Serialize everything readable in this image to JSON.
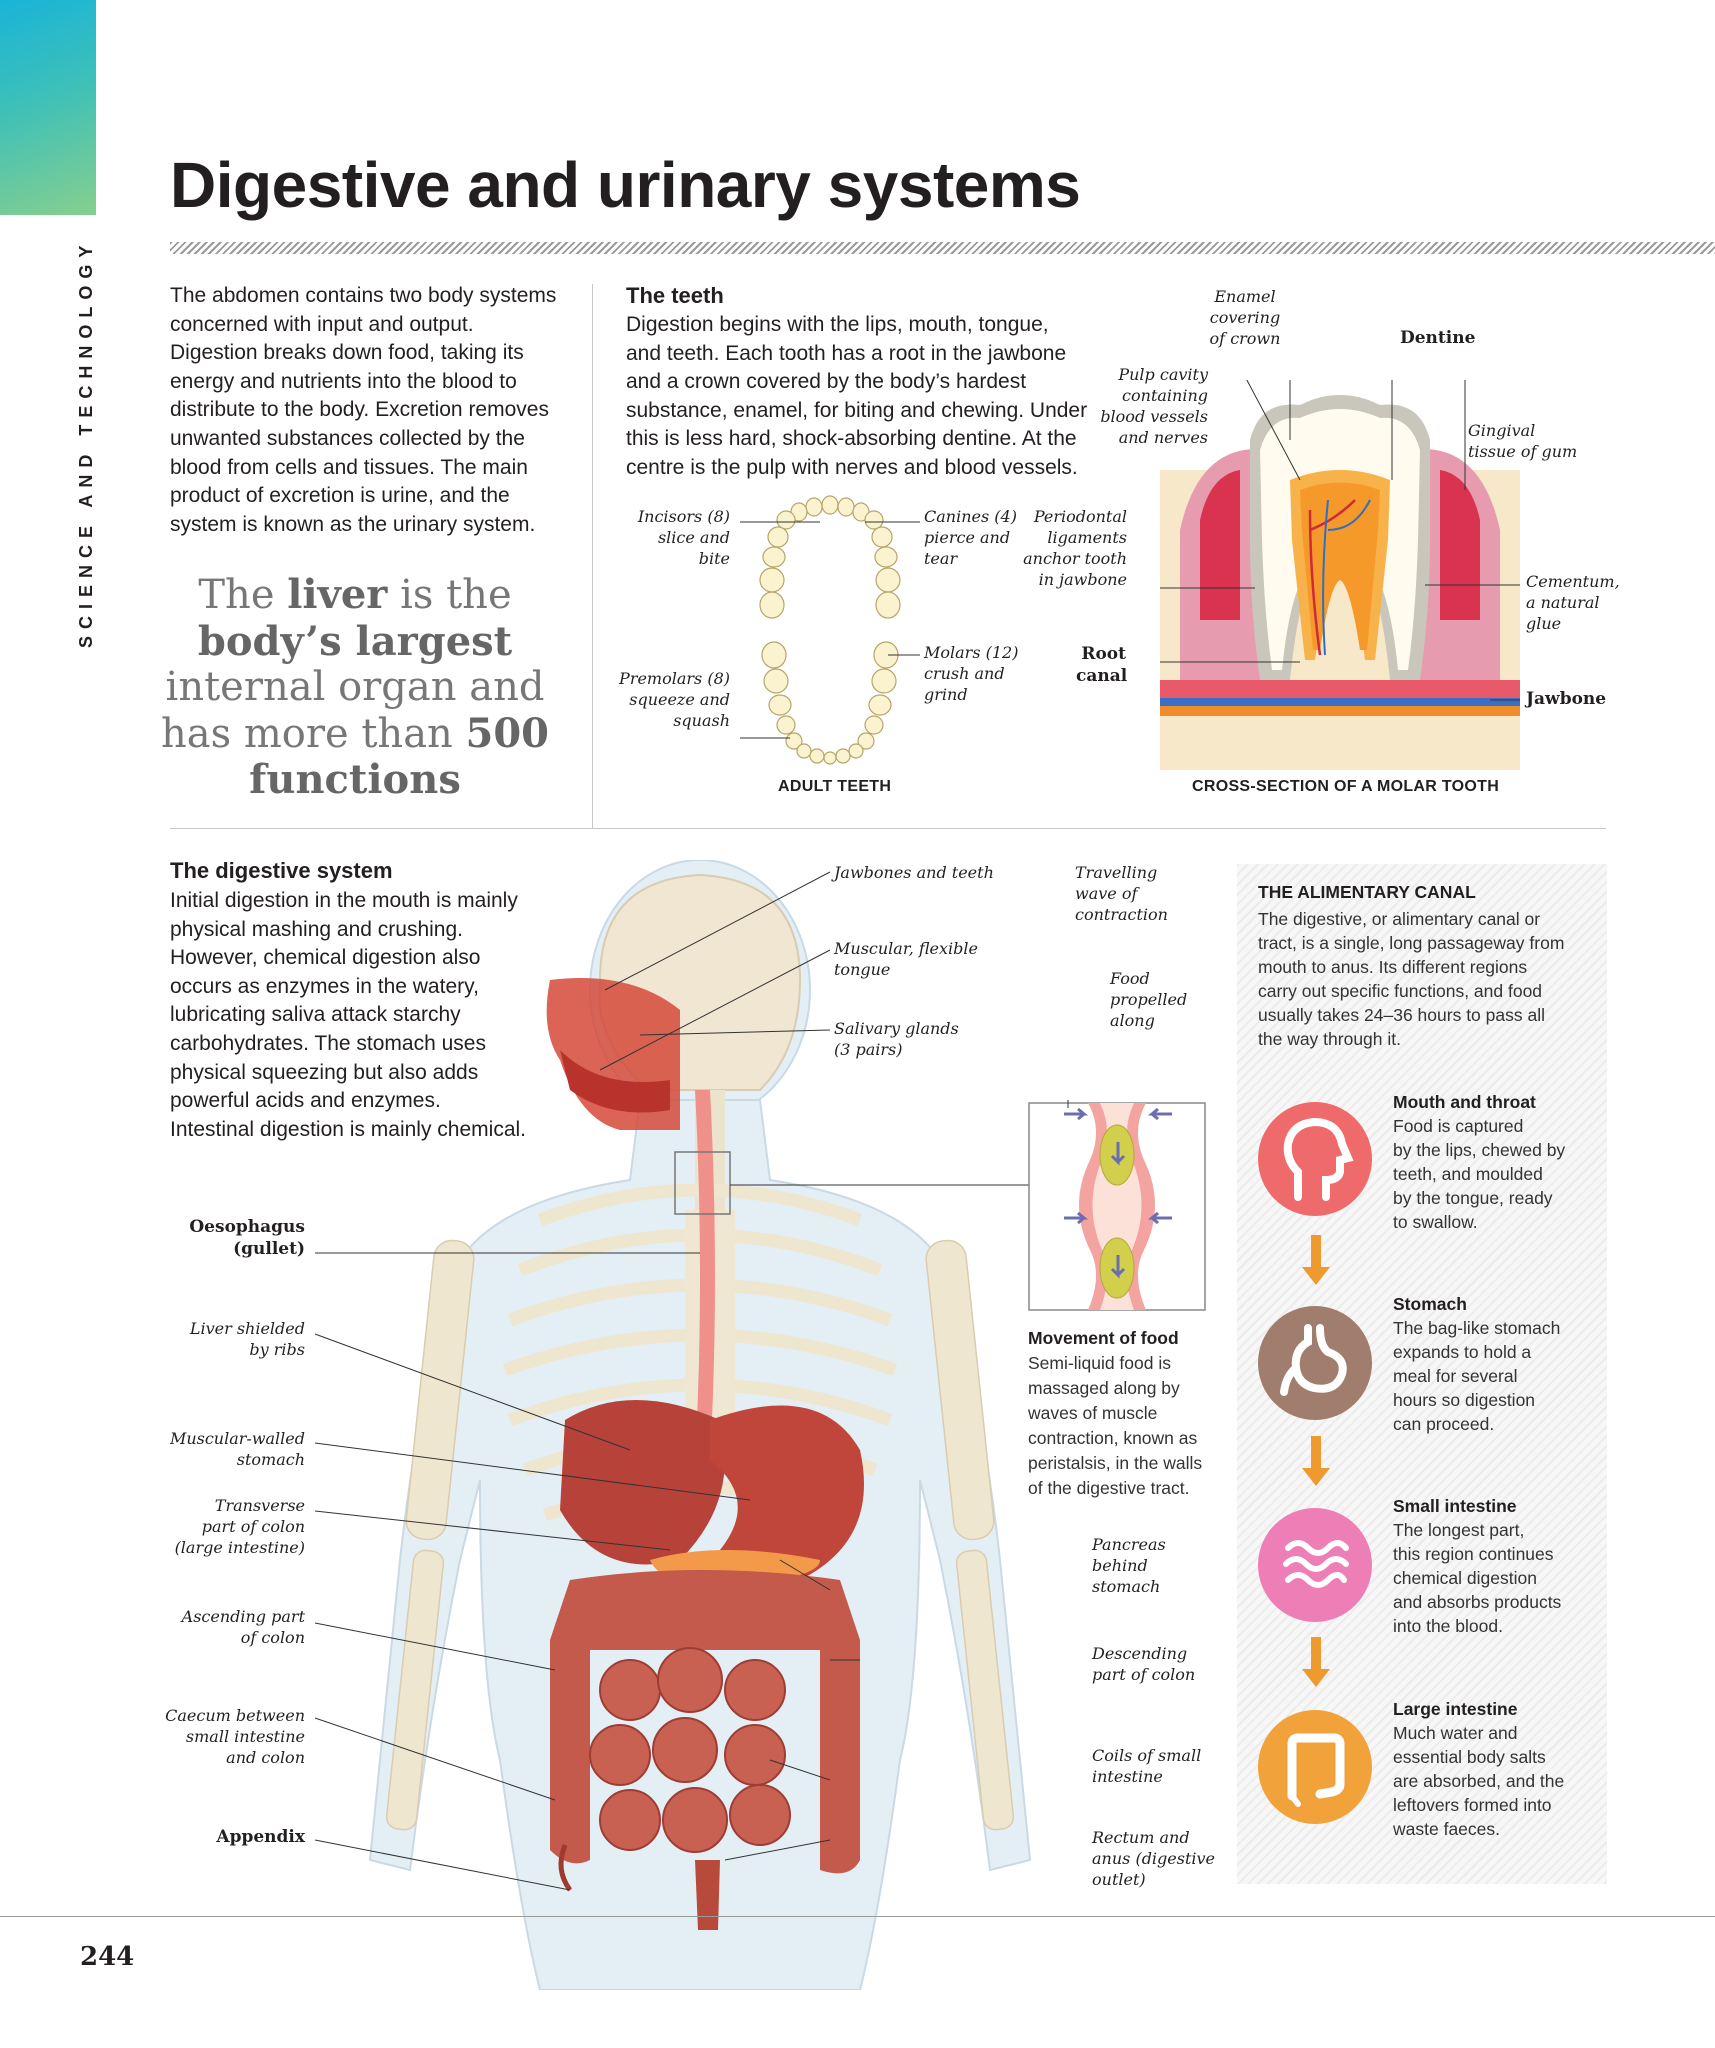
{
  "sidebar": {
    "section": "SCIENCE AND TECHNOLOGY"
  },
  "page_title": "Digestive and urinary systems",
  "intro": {
    "lines": [
      "The abdomen contains two body systems",
      "concerned with input and output.",
      "Digestion breaks down food, taking its",
      "energy and nutrients into the blood to",
      "distribute to the body. Excretion removes",
      "unwanted substances collected by the",
      "blood from cells and tissues. The main",
      "product of excretion is urine, and  the",
      "system is known as the urinary system."
    ]
  },
  "quote": {
    "l1a": "The ",
    "l1b": "liver",
    "l1c": " is the",
    "l2": "body’s largest",
    "l3": "internal organ and",
    "l4a": "has more than ",
    "l4b": "500",
    "l5": "functions"
  },
  "teeth": {
    "heading": "The teeth",
    "lines": [
      "Digestion begins with the lips, mouth, tongue,",
      "and teeth. Each tooth has a root in the jawbone",
      "and a crown covered by the body’s hardest",
      "substance, enamel, for biting and chewing. Under",
      "this is less hard, shock-absorbing dentine. At the",
      "centre is the pulp with nerves and blood vessels."
    ],
    "incisors": [
      "Incisors (8)",
      "slice and",
      "bite"
    ],
    "canines": [
      "Canines (4)",
      "pierce and",
      "tear"
    ],
    "premolars": [
      "Premolars (8)",
      "squeeze and",
      "squash"
    ],
    "molars": [
      "Molars (12)",
      "crush and",
      "grind"
    ],
    "adult_caption": "ADULT TEETH",
    "enamel": [
      "Enamel",
      "covering",
      "of crown"
    ],
    "dentine": "Dentine",
    "pulp": [
      "Pulp cavity",
      "containing",
      "blood vessels",
      "and nerves"
    ],
    "gingival": [
      "Gingival",
      "tissue of gum"
    ],
    "periodontal": [
      "Periodontal",
      "ligaments",
      "anchor tooth",
      "in jawbone"
    ],
    "cementum": [
      "Cementum,",
      "a natural",
      "glue"
    ],
    "root_canal": [
      "Root",
      "canal"
    ],
    "jawbone": "Jawbone",
    "molar_caption": "CROSS-SECTION OF A MOLAR TOOTH"
  },
  "digestive": {
    "heading": "The digestive system",
    "lines": [
      "Initial digestion in the mouth is mainly",
      "physical mashing and crushing.",
      "However, chemical digestion also",
      "occurs as enzymes in the watery,",
      "lubricating saliva attack starchy",
      "carbohydrates. The stomach uses",
      "physical squeezing but also adds",
      "powerful acids and enzymes.",
      "Intestinal digestion is mainly chemical."
    ],
    "labels_left": {
      "oesophagus": [
        "Oesophagus",
        "(gullet)"
      ],
      "liver": [
        "Liver shielded",
        "by ribs"
      ],
      "stomach": [
        "Muscular-walled",
        "stomach"
      ],
      "transverse": [
        "Transverse",
        "part of colon",
        "(large intestine)"
      ],
      "ascending": [
        "Ascending part",
        "of colon"
      ],
      "caecum": [
        "Caecum between",
        "small intestine",
        "and colon"
      ],
      "appendix": "Appendix"
    },
    "labels_right": {
      "jawbones": "Jawbones and teeth",
      "tongue": [
        "Muscular, flexible",
        "tongue"
      ],
      "salivary": [
        "Salivary glands",
        "(3 pairs)"
      ],
      "pancreas": [
        "Pancreas",
        "behind",
        "stomach"
      ],
      "descending": [
        "Descending",
        "part of colon"
      ],
      "coils": [
        "Coils of small",
        "intestine"
      ],
      "rectum": [
        "Rectum and",
        "anus (digestive",
        "outlet)"
      ]
    },
    "peristalsis": {
      "travelling": [
        "Travelling",
        "wave of",
        "contraction"
      ],
      "food": [
        "Food",
        "propelled",
        "along"
      ],
      "heading": "Movement of food",
      "lines": [
        "Semi-liquid food is",
        "massaged along by",
        "waves of muscle",
        "contraction, known as",
        "peristalsis, in the walls",
        "of the digestive tract."
      ]
    }
  },
  "canal": {
    "heading": "THE ALIMENTARY CANAL",
    "lines": [
      "The digestive, or alimentary canal or",
      "tract, is a single, long passageway from",
      "mouth to anus. Its different regions",
      "carry out specific functions, and food",
      "usually takes 24–36 hours to pass all",
      "the way through it."
    ],
    "steps": [
      {
        "title": "Mouth and throat",
        "icon": "head-profile-icon",
        "color": "#ef6b6b",
        "lines": [
          "Food is captured",
          "by the lips, chewed by",
          "teeth, and moulded",
          "by the tongue, ready",
          "to swallow."
        ]
      },
      {
        "title": "Stomach",
        "icon": "stomach-icon",
        "color": "#a07d6c",
        "lines": [
          "The bag-like stomach",
          "expands to hold a",
          "meal for several",
          "hours so digestion",
          "can proceed."
        ]
      },
      {
        "title": "Small intestine",
        "icon": "small-intestine-icon",
        "color": "#ee7fb6",
        "lines": [
          "The longest part,",
          "this region continues",
          "chemical digestion",
          "and absorbs products",
          "into the blood."
        ]
      },
      {
        "title": "Large intestine",
        "icon": "large-intestine-icon",
        "color": "#f2a23b",
        "lines": [
          "Much water and",
          "essential body salts",
          "are absorbed, and the",
          "leftovers formed into",
          "waste faeces."
        ]
      }
    ]
  },
  "page_number": "244"
}
